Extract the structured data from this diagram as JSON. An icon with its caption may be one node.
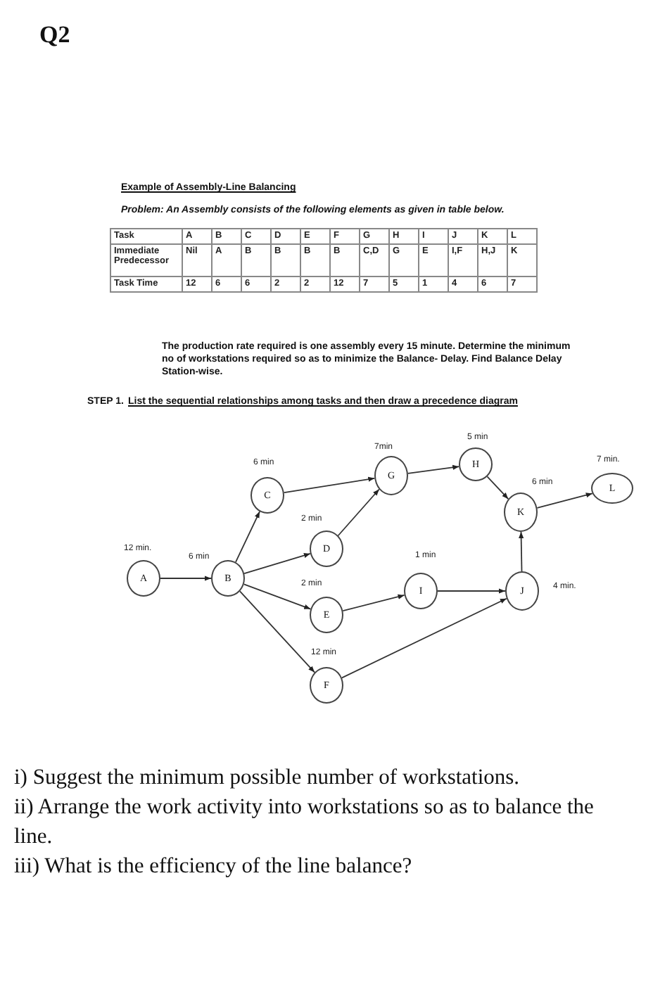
{
  "diagram": {
    "title": "Q2",
    "nodes": [
      {
        "text": [
          "A"
        ],
        "beside": [
          "12 min."
        ]
      },
      {
        "text": [
          "B"
        ],
        "beside": [
          "6 min"
        ]
      },
      {
        "text": [
          "C"
        ],
        "beside": [
          "6 min"
        ]
      },
      {
        "text": [
          "D"
        ],
        "beside": [
          "2 min"
        ]
      },
      {
        "text": [
          "E"
        ],
        "beside": [
          "2 min"
        ]
      },
      {
        "text": [
          "F"
        ],
        "beside": [
          "12 min"
        ]
      },
      {
        "text": [
          "G"
        ],
        "beside": [
          "7min"
        ]
      },
      {
        "text": [
          "H"
        ],
        "beside": [
          "5 min"
        ]
      },
      {
        "text": [
          "I"
        ],
        "beside": [
          "1 min"
        ]
      },
      {
        "text": [
          "J"
        ],
        "beside": [
          "4 min."
        ]
      },
      {
        "text": [
          "K"
        ],
        "beside": [
          "6 min"
        ]
      },
      {
        "text": [
          "L"
        ],
        "beside": [
          "7 min."
        ]
      }
    ],
    "edges": [
      {
        "from": 0,
        "to": 1,
        "arrow": "to"
      },
      {
        "from": 1,
        "to": 2,
        "arrow": "to"
      },
      {
        "from": 1,
        "to": 3,
        "arrow": "to"
      },
      {
        "from": 1,
        "to": 4,
        "arrow": "to"
      },
      {
        "from": 1,
        "to": 5,
        "arrow": "to"
      },
      {
        "from": 2,
        "to": 6,
        "arrow": "to"
      },
      {
        "from": 3,
        "to": 6,
        "arrow": "to"
      },
      {
        "from": 6,
        "to": 7,
        "arrow": "to"
      },
      {
        "from": 7,
        "to": 10,
        "arrow": "to"
      },
      {
        "from": 4,
        "to": 8,
        "arrow": "to"
      },
      {
        "from": 8,
        "to": 9,
        "arrow": "to"
      },
      {
        "from": 5,
        "to": 9,
        "arrow": "to"
      },
      {
        "from": 9,
        "to": 10,
        "arrow": "to"
      },
      {
        "from": 10,
        "to": 11,
        "arrow": "to"
      }
    ],
    "labels": [
      "Example of Assembly-Line Balancing",
      "**Problem:** An Assembly consists of the following elements as given in table below.",
      "Task",
      "A",
      "B",
      "C",
      "D",
      "E",
      "F",
      "G",
      "H",
      "I",
      "J",
      "K",
      "L",
      "Immediate Predecessor",
      "Nil",
      "A",
      "B",
      "B",
      "B",
      "B",
      "C,D",
      "G",
      "E",
      "I,F",
      "H,J",
      "K",
      "Task Time",
      "12",
      "6",
      "6",
      "2",
      "2",
      "12",
      "7",
      "5",
      "1",
      "4",
      "6",
      "7",
      "The production rate required is one assembly every 15 minute. Determine the minimum no of workstations required so as to minimize the Balance- Delay. Find Balance Delay Station-wise.",
      "STEP 1.",
      "List the sequential relationships among tasks and then draw a precedence diagram",
      "i) Suggest the minimum possible number of workstations.",
      "ii) Arrange the work activity into workstations so as to balance the line.",
      "iii) What is the efficiency of the line balance?"
    ]
  }
}
